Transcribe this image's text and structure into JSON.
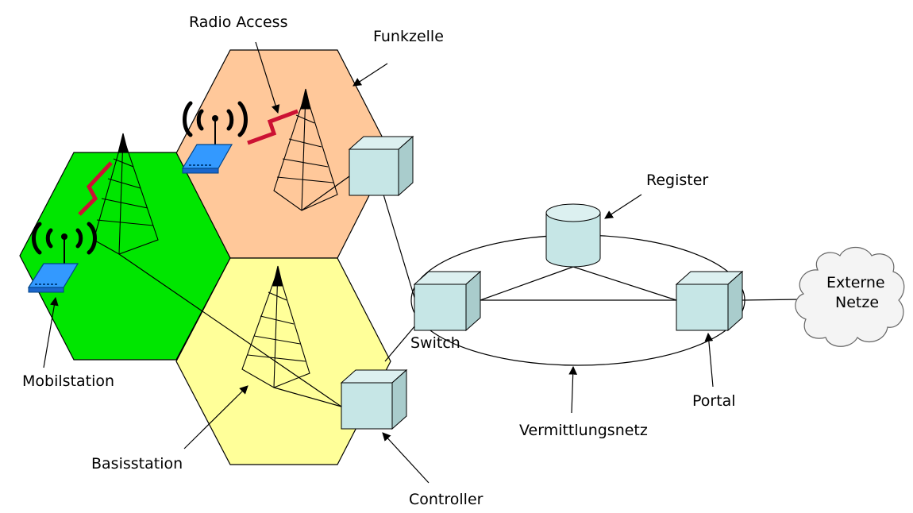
{
  "labels": {
    "radio_access": "Radio Access",
    "funkzelle": "Funkzelle",
    "register": "Register",
    "switch": "Switch",
    "externe_netze_line1": "Externe",
    "externe_netze_line2": "Netze",
    "mobilstation": "Mobilstation",
    "basisstation": "Basisstation",
    "portal": "Portal",
    "vermittlungsnetz": "Vermittlungsnetz",
    "controller": "Controller"
  },
  "colors": {
    "cell_green": "#00e600",
    "cell_orange": "#ffc89a",
    "cell_yellow": "#ffff99",
    "box_front": "#c6e6e6",
    "box_top": "#dcf0f0",
    "box_side": "#a9cccc",
    "device_blue": "#3399ff",
    "radio_link_red": "#cc1133",
    "cloud_fill": "#f4f4f4"
  }
}
